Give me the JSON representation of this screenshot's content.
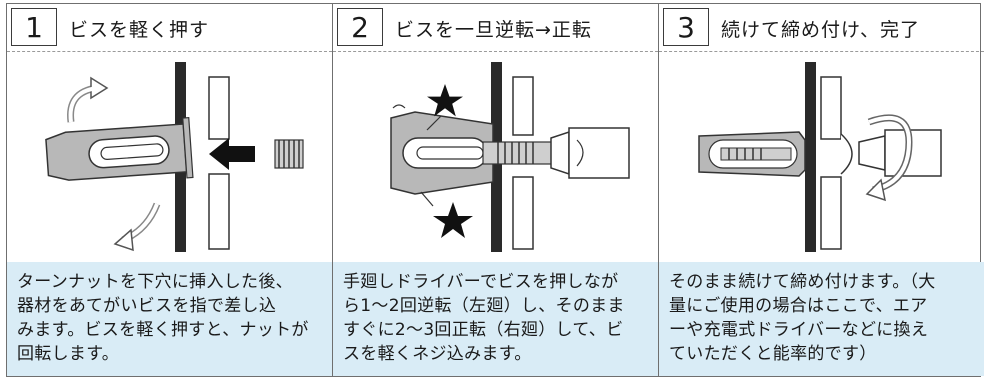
{
  "steps": [
    {
      "number": "1",
      "title": "ビスを軽く押す",
      "description": "ターンナットを下穴に挿入した後、\n器材をあてがいビスを指で差し込\nみます。ビスを軽く押すと、ナットが\n回転します。"
    },
    {
      "number": "2",
      "title": "ビスを一旦逆転→正転",
      "description": "手廻しドライバーでビスを押しなが\nら1〜2回逆転（左廻）し、そのまま\nすぐに2〜3回正転（右廻）して、ビ\nスを軽くネジ込みます。"
    },
    {
      "number": "3",
      "title": "続けて締め付け、完了",
      "description": "そのまま続けて締め付けます。（大\n量にご使用の場合はここで、エア\nーや充電式ドライバーなどに換え\nていただくと能率的です）"
    }
  ],
  "colors": {
    "border": "#6f6f6f",
    "desc_bg": "#d9ecf6",
    "nut_gray": "#b8b8b8",
    "wall_dark": "#2a2a2a"
  },
  "icons": [
    "rotate-arrow-icon",
    "push-arrow-icon",
    "star-icon",
    "screwdriver-icon"
  ]
}
